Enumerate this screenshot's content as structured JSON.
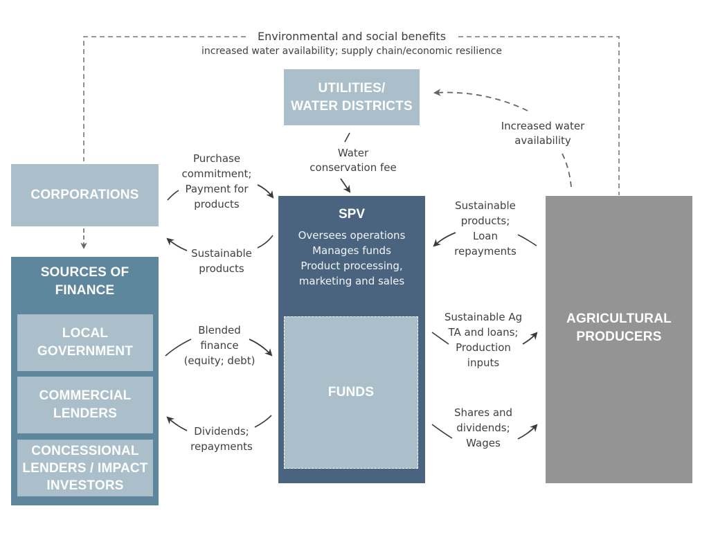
{
  "colors": {
    "light_blue": "#aabfc9",
    "mid_blue": "#5e869d",
    "dark_blue": "#4a6480",
    "gray": "#939493",
    "arrow": "#3a3a3a",
    "dashed": "#777777"
  },
  "benefits": {
    "title": "Environmental and social benefits",
    "subtitle": "increased water availability; supply chain/economic resilience"
  },
  "nodes": {
    "utilities": {
      "lines": [
        "UTILITIES/",
        "WATER DISTRICTS"
      ]
    },
    "corporations": {
      "label": "CORPORATIONS"
    },
    "sources": {
      "title_lines": [
        "SOURCES OF",
        "FINANCE"
      ],
      "children": [
        {
          "lines": [
            "LOCAL",
            "GOVERNMENT"
          ]
        },
        {
          "lines": [
            "COMMERCIAL",
            "LENDERS"
          ]
        },
        {
          "lines": [
            "CONCESSIONAL",
            "LENDERS / IMPACT",
            "INVESTORS"
          ]
        }
      ]
    },
    "spv": {
      "title": "SPV",
      "description": [
        "Oversees operations",
        "Manages funds",
        "Product processing,",
        "marketing and sales"
      ],
      "funds_label": "FUNDS"
    },
    "producers": {
      "lines": [
        "AGRICULTURAL",
        "PRODUCERS"
      ]
    }
  },
  "flows": {
    "water_fee": [
      "Water",
      "conservation fee"
    ],
    "increased_water": [
      "Increased water",
      "availability"
    ],
    "purchase": [
      "Purchase",
      "commitment;",
      "Payment for",
      "products"
    ],
    "sustainable_products_left": [
      "Sustainable",
      "products"
    ],
    "sustainable_products_right": [
      "Sustainable",
      "products;",
      "Loan",
      "repayments"
    ],
    "blended_finance": [
      "Blended",
      "finance",
      "(equity; debt)"
    ],
    "dividends": [
      "Dividends;",
      "repayments"
    ],
    "sustainable_ag": [
      "Sustainable Ag",
      "TA and loans;",
      "Production",
      "inputs"
    ],
    "shares": [
      "Shares and",
      "dividends;",
      "Wages"
    ]
  }
}
